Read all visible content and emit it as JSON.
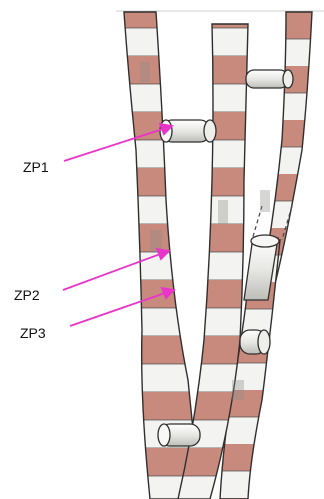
{
  "labels": {
    "zp1": "ZP1",
    "zp2": "ZP2",
    "zp3": "ZP3"
  },
  "colors": {
    "red_band": "#c98a7e",
    "white_band": "#f3f3f1",
    "outline": "#2f2f2f",
    "arrow": "#e834c8"
  }
}
